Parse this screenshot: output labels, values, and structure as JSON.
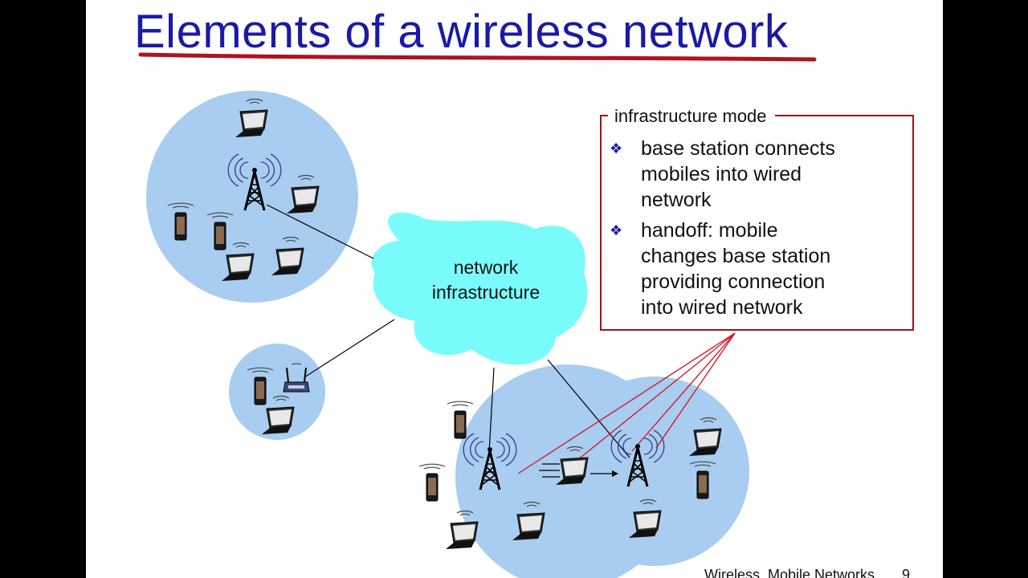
{
  "slide": {
    "title": "Elements of a wireless network",
    "cloud_label_line1": "network",
    "cloud_label_line2": "infrastructure",
    "box": {
      "heading": "infrastructure mode",
      "bullets": [
        {
          "glyph": "❖",
          "lines": [
            "base station connects",
            "mobiles into wired",
            "network"
          ]
        },
        {
          "glyph": "❖",
          "lines": [
            "handoff: mobile",
            "changes base station",
            "providing connection",
            "into wired network"
          ]
        }
      ]
    },
    "footer": "Wireless, Mobile Networks",
    "page_number": "9"
  },
  "colors": {
    "title": "#1a1aa6",
    "underline": "#b0121e",
    "cell": "#a8cdf0",
    "cloud": "#79fbfb",
    "box_border": "#a0141c"
  }
}
